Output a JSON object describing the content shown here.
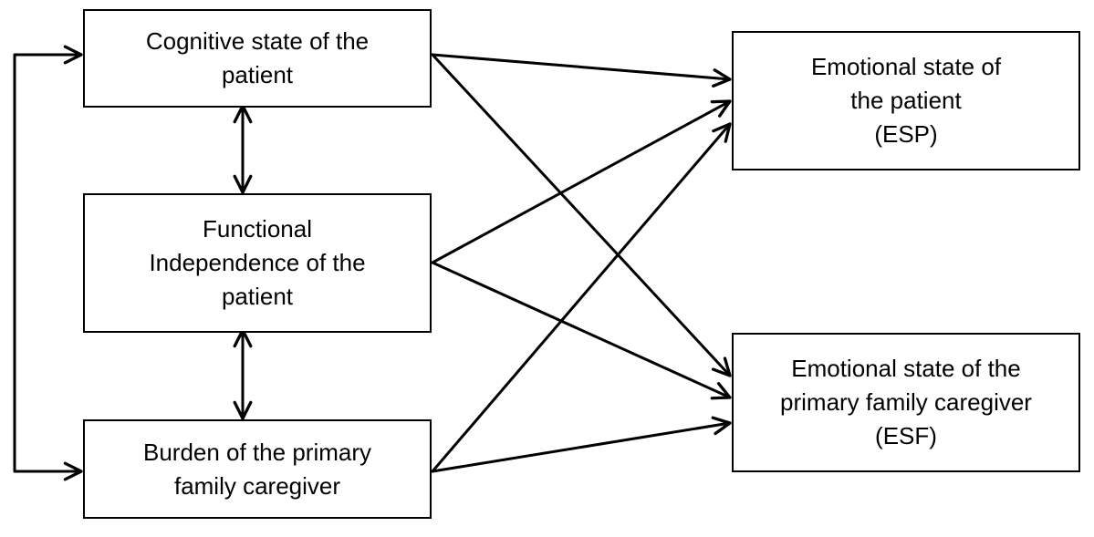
{
  "nodes": {
    "cognitive": {
      "lines": [
        "Cognitive state of the",
        "patient"
      ]
    },
    "functional": {
      "lines": [
        "Functional",
        "Independence of the",
        "patient"
      ]
    },
    "burden": {
      "lines": [
        "Burden of the primary",
        "family caregiver"
      ]
    },
    "esp": {
      "lines": [
        "Emotional state of",
        "the patient",
        "(ESP)"
      ]
    },
    "esf": {
      "lines": [
        "Emotional state of the",
        "primary family caregiver",
        "(ESF)"
      ]
    }
  },
  "edges": [
    {
      "from": "cognitive",
      "to": "functional",
      "direction": "both"
    },
    {
      "from": "functional",
      "to": "burden",
      "direction": "both"
    },
    {
      "from": "left-rail",
      "to": "cognitive",
      "direction": "forward"
    },
    {
      "from": "left-rail",
      "to": "burden",
      "direction": "forward"
    },
    {
      "from": "cognitive",
      "to": "esp",
      "direction": "forward"
    },
    {
      "from": "cognitive",
      "to": "esf",
      "direction": "forward"
    },
    {
      "from": "functional",
      "to": "esp",
      "direction": "forward"
    },
    {
      "from": "functional",
      "to": "esf",
      "direction": "forward"
    },
    {
      "from": "burden",
      "to": "esp",
      "direction": "forward"
    },
    {
      "from": "burden",
      "to": "esf",
      "direction": "forward"
    }
  ],
  "colors": {
    "stroke": "#000000",
    "background": "#ffffff"
  }
}
